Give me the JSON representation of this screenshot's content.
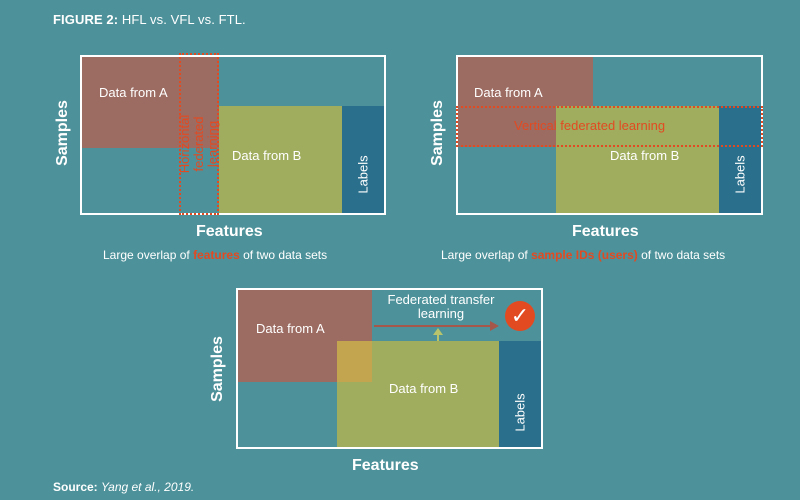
{
  "figure": {
    "label": "FIGURE 2:",
    "title": "HFL vs. VFL vs. FTL."
  },
  "panels": {
    "hfl": {
      "data_a": "Data from A",
      "data_b": "Data from B",
      "labels": "Labels",
      "method": "Horizontal federated learning",
      "x_axis": "Features",
      "y_axis": "Samples",
      "caption_pre": "Large overlap of ",
      "caption_hl": "features",
      "caption_post": " of two data sets"
    },
    "vfl": {
      "data_a": "Data from A",
      "data_b": "Data from B",
      "labels": "Labels",
      "method": "Vertical federated learning",
      "x_axis": "Features",
      "y_axis": "Samples",
      "caption_pre": "Large overlap of ",
      "caption_hl": "sample IDs (users)",
      "caption_post": " of two data sets"
    },
    "ftl": {
      "data_a": "Data from A",
      "data_b": "Data from B",
      "labels": "Labels",
      "method": "Federated transfer learning",
      "x_axis": "Features",
      "y_axis": "Samples",
      "check_symbol": "✓"
    }
  },
  "source": {
    "label": "Source:",
    "text": "Yang et al., 2019."
  },
  "colors": {
    "background": "#4d929a",
    "data_a": "#9c6b61",
    "data_b": "#a0ad5e",
    "labels": "#2a6f8b",
    "highlight": "#e24a22"
  }
}
